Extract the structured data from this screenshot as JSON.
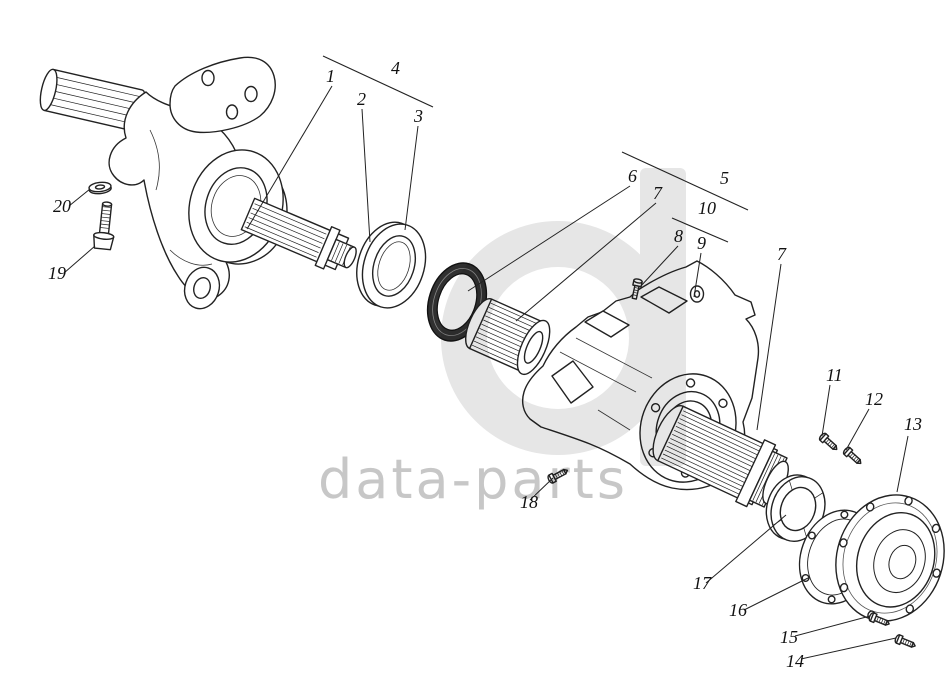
{
  "watermark": {
    "text": "data-parts",
    "logo_icon": "d-monogram",
    "color": "#c7c7c7"
  },
  "colors": {
    "background": "#ffffff",
    "line": "#222222"
  },
  "diagram": {
    "type": "exploded-parts-diagram",
    "callouts": [
      "1",
      "2",
      "3",
      "4",
      "5",
      "6",
      "7",
      "8",
      "9",
      "10",
      "7",
      "11",
      "12",
      "13",
      "14",
      "15",
      "16",
      "17",
      "18",
      "19",
      "20"
    ]
  }
}
